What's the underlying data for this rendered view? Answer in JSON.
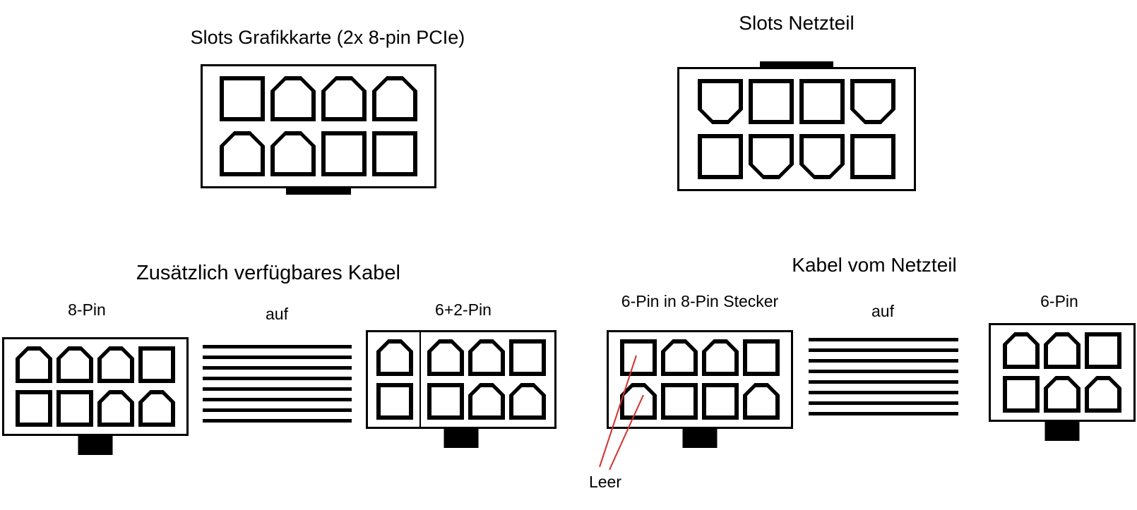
{
  "page": {
    "background": "#ffffff",
    "ink": "#000000",
    "annotation_color": "#d52f2f"
  },
  "titles": {
    "gpu_slots": "Slots Grafikkarte (2x 8-pin PCIe)",
    "psu_slots": "Slots Netzteil",
    "extra_cable": "Zusätzlich verfügbares Kabel",
    "psu_cable": "Kabel vom Netzteil"
  },
  "labels": {
    "pin8": "8-Pin",
    "auf_left": "auf",
    "pin6plus2": "6+2-Pin",
    "pin6in8": "6-Pin in 8-Pin Stecker",
    "auf_right": "auf",
    "pin6": "6-Pin",
    "leer": "Leer"
  },
  "pin_shape_legend": {
    "sq": "square socket",
    "ct": "socket with chamfered top corners",
    "cb": "socket with chamfered bottom corners"
  },
  "connectors": {
    "gpu_slots": {
      "tab": "tab-bottom-wide",
      "rows": [
        [
          "sq",
          "ct",
          "ct",
          "ct"
        ],
        [
          "ct",
          "ct",
          "sq",
          "sq"
        ]
      ]
    },
    "psu_slots": {
      "tab": "tab-top-wide",
      "rows": [
        [
          "cb",
          "sq",
          "sq",
          "cb"
        ],
        [
          "sq",
          "cb",
          "cb",
          "sq"
        ]
      ]
    },
    "cable_8pin": {
      "tab": "tab-bottom-small",
      "rows": [
        [
          "ct",
          "ct",
          "ct",
          "sq"
        ],
        [
          "sq",
          "sq",
          "ct",
          "ct"
        ]
      ]
    },
    "cable_6plus2": {
      "tab": "tab-bottom-small",
      "divided": true,
      "rows": [
        [
          "ct",
          "ct",
          "ct",
          "sq"
        ],
        [
          "sq",
          "sq",
          "ct",
          "ct"
        ]
      ]
    },
    "cable_6in8": {
      "tab": "tab-bottom-small",
      "rows": [
        [
          "sq",
          "ct",
          "ct",
          "sq"
        ],
        [
          "ct",
          "sq",
          "sq",
          "ct"
        ]
      ]
    },
    "cable_6pin": {
      "tab": "tab-bottom-small",
      "rows": [
        [
          "ct",
          "ct",
          "sq"
        ],
        [
          "sq",
          "ct",
          "ct"
        ]
      ]
    }
  },
  "cables": {
    "left": {
      "wires": 8
    },
    "right": {
      "wires": 8
    }
  }
}
